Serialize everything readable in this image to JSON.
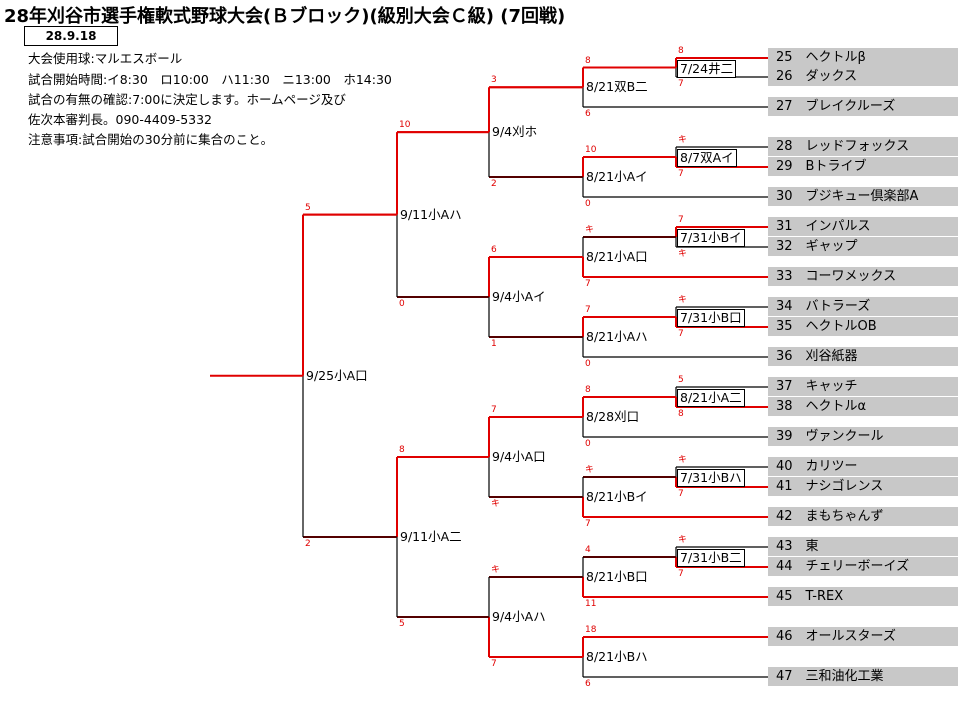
{
  "title": "28年刈谷市選手権軟式野球大会(Ｂブロック)(級別大会Ｃ級) (7回戦)",
  "date": "28.9.18",
  "info": [
    "大会使用球:マルエスボール",
    "試合開始時間:イ8:30　ロ10:00　ハ11:30　ニ13:00　ホ14:30",
    "試合の有無の確認:7:00に決定します。ホームページ及び",
    "佐次本審判長。090-4409-5332",
    "注意事項:試合開始の30分前に集合のこと。"
  ],
  "teams": [
    "25　ヘクトルβ",
    "26　ダックス",
    "27　ブレイクルーズ",
    "28　レッドフォックス",
    "29　Bトライブ",
    "30　ブジキュー倶楽部A",
    "31　インパルス",
    "32　ギャップ",
    "33　コーワメックス",
    "34　バトラーズ",
    "35　ヘクトルOB",
    "36　刈谷紙器",
    "37　キャッチ",
    "38　ヘクトルα",
    "39　ヴァンクール",
    "40　カリツー",
    "41　ナシゴレンス",
    "42　まもちゃんず",
    "43　東",
    "44　チェリーボーイズ",
    "45　T-REX",
    "46　オールスターズ",
    "47　三和油化工業"
  ],
  "r1": [
    "7/24井二",
    "8/7双Aイ",
    "7/31小Bイ",
    "7/31小B口",
    "8/21小A二",
    "7/31小Bハ",
    "7/31小B二"
  ],
  "r2": [
    "8/21双B二",
    "8/21小Aイ",
    "8/21小A口",
    "8/21小Aハ",
    "8/28刈口",
    "8/21小Bイ",
    "8/21小B口",
    "8/21小Bハ"
  ],
  "r3": [
    "9/4刈ホ",
    "9/4小Aイ",
    "9/4小A口",
    "9/4小Aハ"
  ],
  "r4": [
    "9/11小Aハ",
    "9/11小A二"
  ],
  "r5": [
    "9/25小A口"
  ],
  "scores": {
    "r1": [
      [
        "8",
        "7"
      ],
      [
        "キ",
        "7"
      ],
      [
        "7",
        "キ"
      ],
      [
        "キ",
        "7"
      ],
      [
        "5",
        "8"
      ],
      [
        "キ",
        "7"
      ],
      [
        "キ",
        "7"
      ]
    ],
    "r2": [
      [
        "8",
        "6"
      ],
      [
        "10",
        "0"
      ],
      [
        "キ",
        "7"
      ],
      [
        "7",
        "0"
      ],
      [
        "8",
        "0"
      ],
      [
        "キ",
        "7"
      ],
      [
        "4",
        "11"
      ],
      [
        "18",
        "6"
      ]
    ],
    "r3": [
      [
        "3",
        "2"
      ],
      [
        "6",
        "1"
      ],
      [
        "7",
        "キ"
      ],
      [
        "キ",
        "7"
      ]
    ],
    "r4": [
      [
        "10",
        "0"
      ],
      [
        "8",
        "5"
      ]
    ],
    "r5": [
      [
        "5",
        "2"
      ]
    ]
  },
  "colors": {
    "win": "#e00000",
    "line": "#000000",
    "team_bg": "#c8c8c8"
  }
}
